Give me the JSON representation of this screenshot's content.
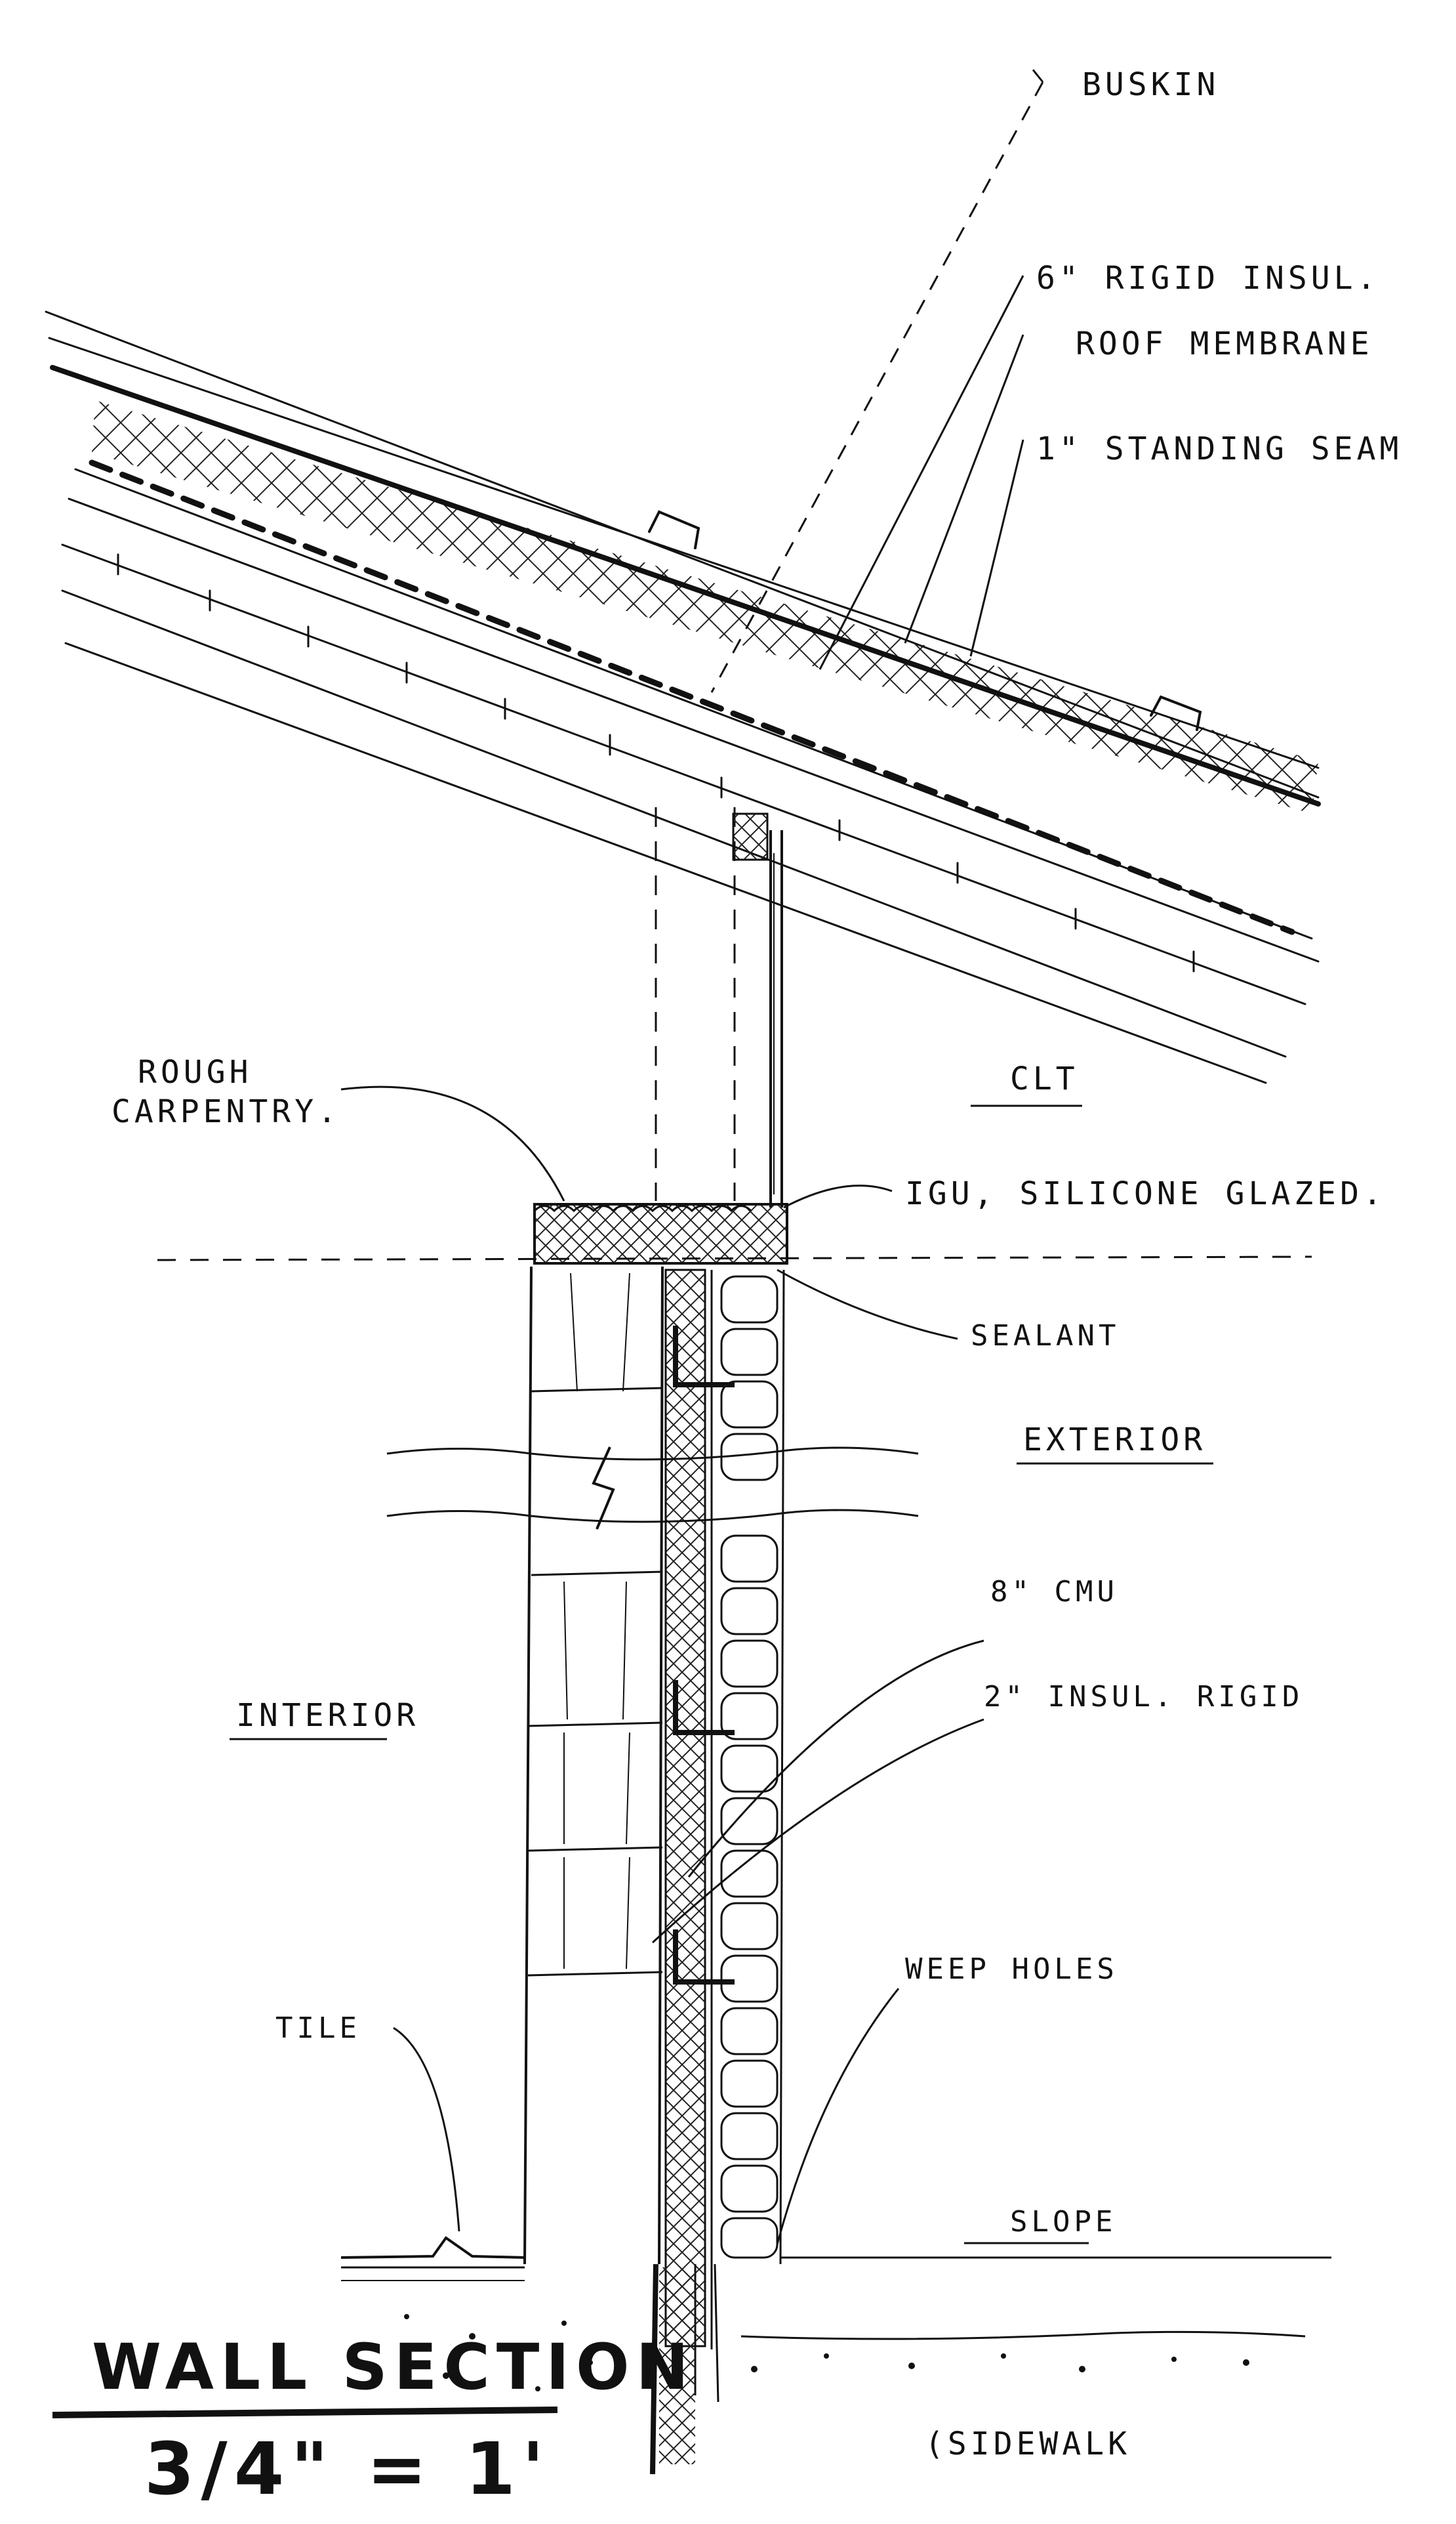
{
  "labels": {
    "buskin": "BUSKIN",
    "rigid_insul": "6\" RIGID INSUL.",
    "roof_membrane": "ROOF MEMBRANE",
    "standing_seam": "1\" STANDING SEAM",
    "rough_carpentry_1": "ROUGH",
    "rough_carpentry_2": "CARPENTRY.",
    "clt": "CLT",
    "igu": "IGU, SILICONE GLAZED.",
    "sealant": "SEALANT",
    "exterior": "EXTERIOR",
    "cmu": "8\" CMU",
    "insul_rigid": "2\" INSUL. RIGID",
    "interior": "INTERIOR",
    "weep_holes": "WEEP HOLES",
    "tile": "TILE",
    "slope": "SLOPE",
    "sidewalk": "(SIDEWALK"
  },
  "title": {
    "main": "WALL SECTION",
    "scale": "3/4\" = 1'"
  }
}
